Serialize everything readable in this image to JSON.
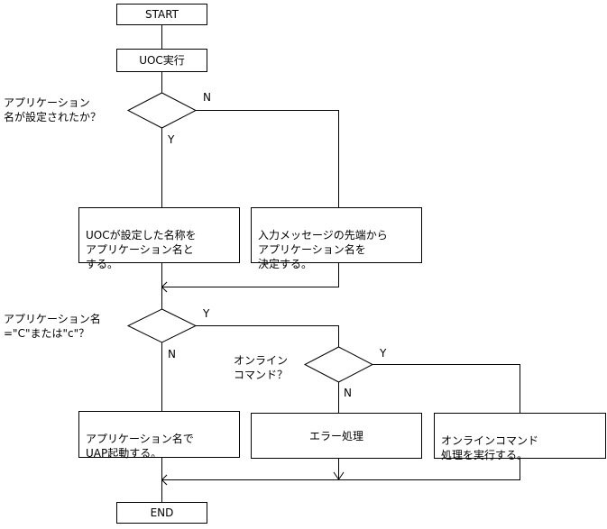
{
  "nodes": {
    "start": "START",
    "uoc_exec": "UOC実行",
    "q_app_set": "アプリケーション\n名が設定されたか？",
    "uoc_name": "UOCが設定した名称を\nアプリケーション名と\nする。",
    "msg_name": "入力メッセージの先端から\nアプリケーション名を\n決定する。",
    "q_app_c": "アプリケーション名\n=\"C\"または\"c\"？",
    "q_online": "オンライン\nコマンド？",
    "uap_start": "アプリケーション名で\nUAP起動する。",
    "error": "エラー処理",
    "online_cmd": "オンラインコマンド\n処理を実行する。",
    "end": "END"
  },
  "labels": {
    "d1_right": "N",
    "d1_down": "Y",
    "d2_right": "Y",
    "d2_down": "N",
    "d3_right": "Y",
    "d3_down": "N"
  }
}
